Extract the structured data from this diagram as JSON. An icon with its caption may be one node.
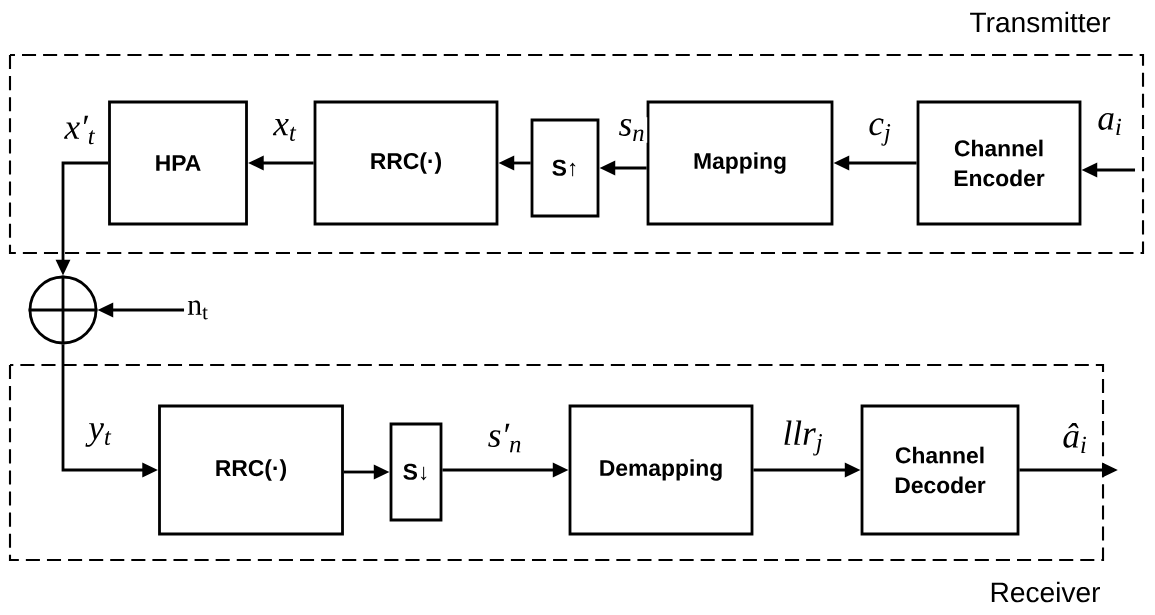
{
  "diagram": {
    "nodes": [
      {
        "text": [
          "Transmitter"
        ]
      },
      {
        "text": [
          "Channel Encoder"
        ],
        "in": 0
      },
      {
        "text": [
          "Mapping"
        ],
        "in": 0
      },
      {
        "text": [
          "S↑"
        ],
        "in": 0
      },
      {
        "text": [
          "RRC(·)"
        ],
        "in": 0
      },
      {
        "text": [
          "HPA"
        ],
        "in": 0
      },
      {
        "text": [],
        "shape": "circle"
      },
      {
        "text": [
          "Receiver"
        ]
      },
      {
        "text": [
          "RRC(·)"
        ],
        "in": 7
      },
      {
        "text": [
          "S↓"
        ],
        "in": 7
      },
      {
        "text": [
          "Demapping"
        ],
        "in": 7
      },
      {
        "text": [
          "Channel Decoder"
        ],
        "in": 7
      },
      {
        "text": [
          "n$_{t}$"
        ]
      }
    ],
    "edges": [
      {
        "from": null,
        "to": 1,
        "arrow": "to",
        "label": "a$_{i}$"
      },
      {
        "from": 1,
        "to": 2,
        "arrow": "to",
        "label": "c$_{j}$"
      },
      {
        "from": 2,
        "to": 3,
        "arrow": "to",
        "label": "s$_{n}$"
      },
      {
        "from": 3,
        "to": 4,
        "arrow": "to"
      },
      {
        "from": 4,
        "to": 5,
        "arrow": "to",
        "label": "x$_{t}$"
      },
      {
        "from": 5,
        "to": 6,
        "arrow": "to",
        "label": "x′$_{t}$"
      },
      {
        "from": 12,
        "to": 6,
        "arrow": "to"
      },
      {
        "from": 6,
        "to": 8,
        "arrow": "to",
        "label": "y$_{t}$"
      },
      {
        "from": 8,
        "to": 9,
        "arrow": "to"
      },
      {
        "from": 9,
        "to": 10,
        "arrow": "to",
        "label": "s′$_{n}$"
      },
      {
        "from": 10,
        "to": 11,
        "arrow": "to",
        "label": "llr$_{j}$"
      },
      {
        "from": 11,
        "to": null,
        "arrow": "to",
        "label": "â$_{i}$"
      }
    ]
  }
}
